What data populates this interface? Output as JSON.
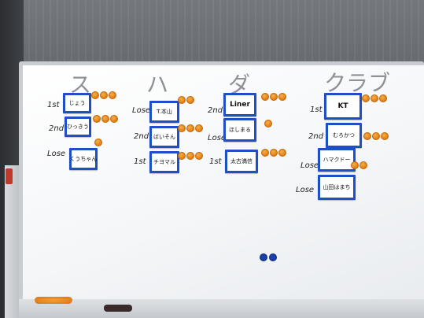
{
  "headings": [
    "ス",
    "ハ",
    "ダ",
    "クラブ"
  ],
  "groups": [
    {
      "name": "ス",
      "rows": [
        {
          "label": "1st",
          "card": "じょう",
          "tokens": 3
        },
        {
          "label": "2nd",
          "card": "ひっきう",
          "tokens": 3
        },
        {
          "label": "Lose",
          "card": "くうちゃん",
          "tokens": 1
        }
      ]
    },
    {
      "name": "ハ",
      "rows": [
        {
          "label": "Lose",
          "card": "T.本山",
          "tokens": 2
        },
        {
          "label": "2nd",
          "card": "ばいそん",
          "tokens": 3
        },
        {
          "label": "1st",
          "card": "チヨマル",
          "tokens": 3
        }
      ]
    },
    {
      "name": "ダ",
      "rows": [
        {
          "label": "2nd",
          "card": "Liner",
          "tokens": 3
        },
        {
          "label": "Lose",
          "card": "ほしまる",
          "tokens": 1
        },
        {
          "label": "1st",
          "card": "太古満信",
          "tokens": 3
        }
      ]
    },
    {
      "name": "クラブ",
      "rows": [
        {
          "label": "1st",
          "card": "KT",
          "tokens": 3
        },
        {
          "label": "2nd",
          "card": "むろかつ",
          "tokens": 3
        },
        {
          "label": "Lose",
          "card": "ハマクドー",
          "tokens": 2
        },
        {
          "label": "Lose",
          "card": "山田はまち",
          "tokens": 0
        }
      ]
    }
  ]
}
